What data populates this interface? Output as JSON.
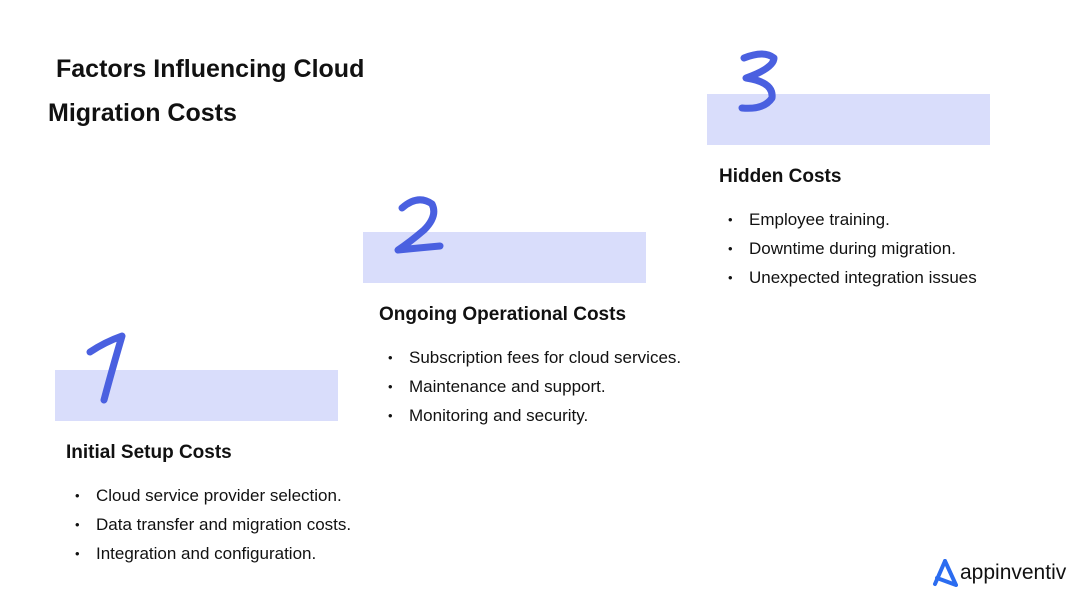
{
  "title": {
    "line1": "Factors Influencing Cloud",
    "line2": "Migration Costs"
  },
  "sections": [
    {
      "number": "1",
      "heading": "Initial Setup Costs",
      "items": [
        "Cloud service provider selection.",
        "Data transfer and migration costs.",
        "Integration and configuration."
      ]
    },
    {
      "number": "2",
      "heading": "Ongoing Operational Costs",
      "items": [
        "Subscription fees for cloud services.",
        "Maintenance and support.",
        "Monitoring and security."
      ]
    },
    {
      "number": "3",
      "heading": "Hidden Costs",
      "items": [
        "Employee training.",
        "Downtime during migration.",
        "Unexpected integration issues"
      ]
    }
  ],
  "brand": {
    "name": "appinventiv",
    "accent": "#4a60e0",
    "bar_color": "#d9ddfb",
    "logo_color": "#2b6cf0"
  }
}
